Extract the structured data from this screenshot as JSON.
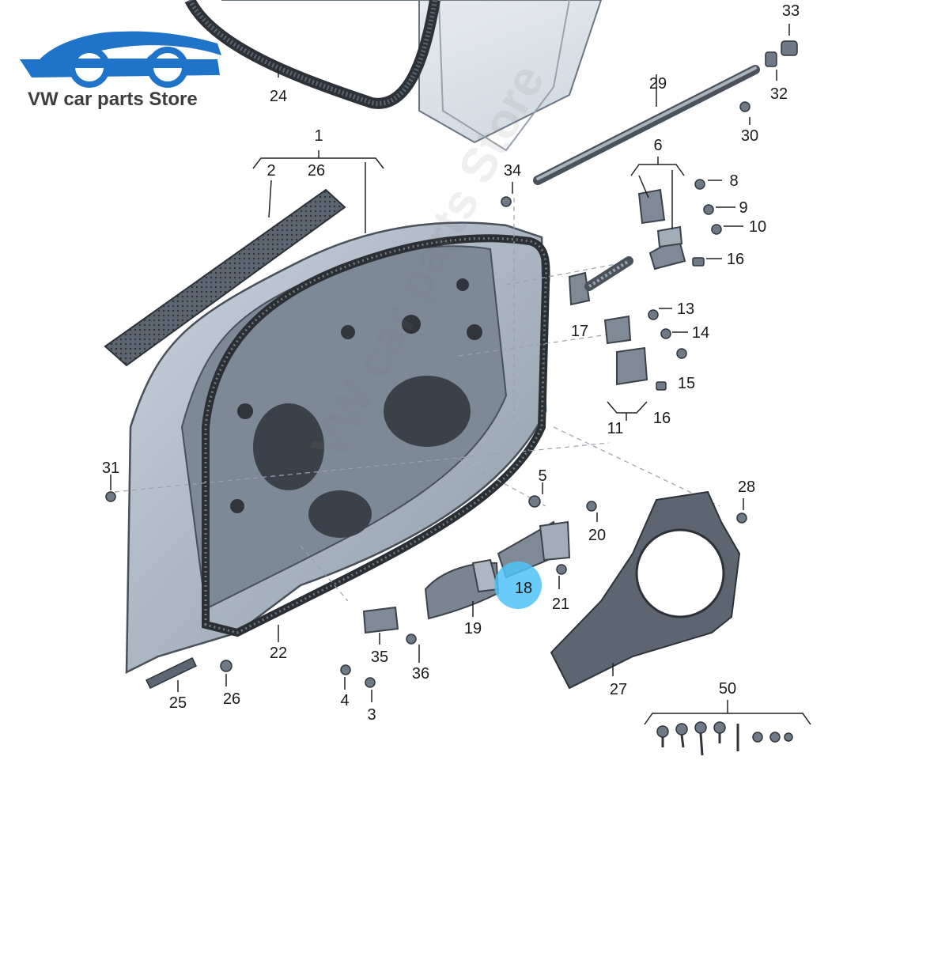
{
  "brand": {
    "name": "VW car parts Store",
    "logo_icon": "car-wrench-icon",
    "logo_color": "#1f73c8"
  },
  "watermark": "VW car parts Store",
  "highlight": {
    "label": "18",
    "color": "#4fc3f7"
  },
  "callouts": {
    "c1": "1",
    "c2": "2",
    "c26a": "26",
    "c3": "3",
    "c4": "4",
    "c5": "5",
    "c6": "6",
    "c8": "8",
    "c9": "9",
    "c10": "10",
    "c11": "11",
    "c13": "13",
    "c14": "14",
    "c15": "15",
    "c16a": "16",
    "c16b": "16",
    "c17": "17",
    "c19": "19",
    "c20": "20",
    "c21": "21",
    "c22": "22",
    "c24": "24",
    "c25": "25",
    "c26b": "26",
    "c27": "27",
    "c28": "28",
    "c29": "29",
    "c30": "30",
    "c31": "31",
    "c32": "32",
    "c33": "33",
    "c34": "34",
    "c35": "35",
    "c36": "36",
    "c50": "50"
  }
}
